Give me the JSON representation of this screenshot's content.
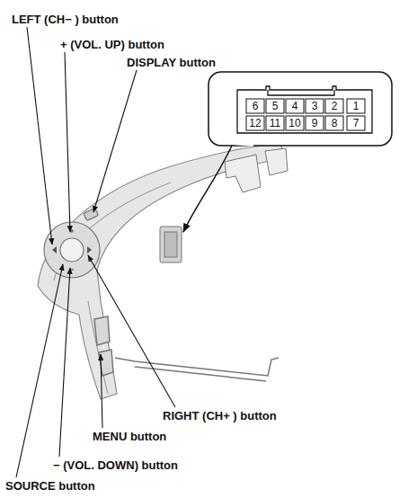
{
  "diagram": {
    "labels": [
      "LEFT (CH− ) button",
      "+ (VOL. UP) button",
      "DISPLAY button",
      "RIGHT (CH+ ) button",
      "MENU button",
      "− (VOL. DOWN) button",
      "SOURCE button",
      "6",
      "5",
      "4",
      "3",
      "2",
      "1",
      "12",
      "11",
      "10",
      "9",
      "8",
      "7"
    ]
  }
}
